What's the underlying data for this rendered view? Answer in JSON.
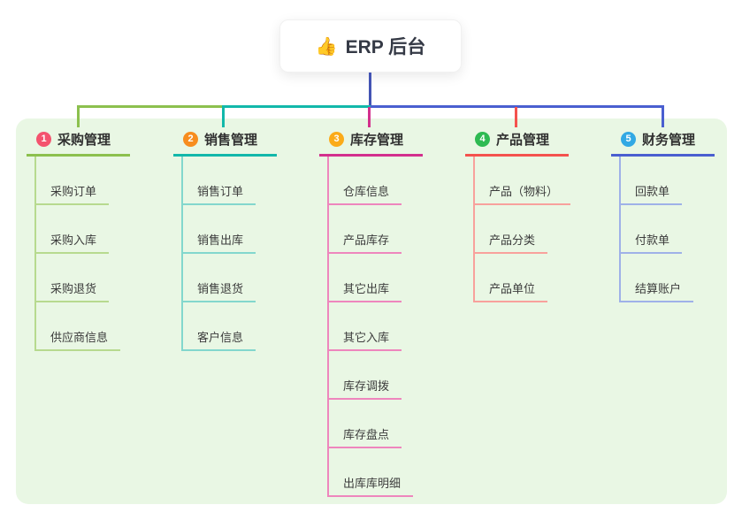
{
  "root": {
    "label": "ERP 后台",
    "icon": "👍"
  },
  "colors": {
    "background": "#ffffff",
    "panel": "#e9f7e4",
    "root_stem": "#4354b4",
    "root_text": "#343945"
  },
  "branches": [
    {
      "number": "1",
      "label": "采购管理",
      "color": "#8cc04e",
      "light_color": "#b7da8f",
      "badge_color": "#f4536e",
      "children": [
        "采购订单",
        "采购入库",
        "采购退货",
        "供应商信息"
      ]
    },
    {
      "number": "2",
      "label": "销售管理",
      "color": "#12b8aa",
      "light_color": "#83d7cd",
      "badge_color": "#f78d1e",
      "children": [
        "销售订单",
        "销售出库",
        "销售退货",
        "客户信息"
      ]
    },
    {
      "number": "3",
      "label": "库存管理",
      "color": "#d3308d",
      "light_color": "#ee86bd",
      "badge_color": "#fbab19",
      "children": [
        "仓库信息",
        "产品库存",
        "其它出库",
        "其它入库",
        "库存调拨",
        "库存盘点",
        "出库库明细"
      ]
    },
    {
      "number": "4",
      "label": "产品管理",
      "color": "#f4524e",
      "light_color": "#f8a19c",
      "badge_color": "#2eba52",
      "children": [
        "产品（物料）",
        "产品分类",
        "产品单位"
      ]
    },
    {
      "number": "5",
      "label": "财务管理",
      "color": "#4a5fd0",
      "light_color": "#9fb1e8",
      "badge_color": "#32a9e4",
      "children": [
        "回款单",
        "付款单",
        "结算账户"
      ]
    }
  ]
}
